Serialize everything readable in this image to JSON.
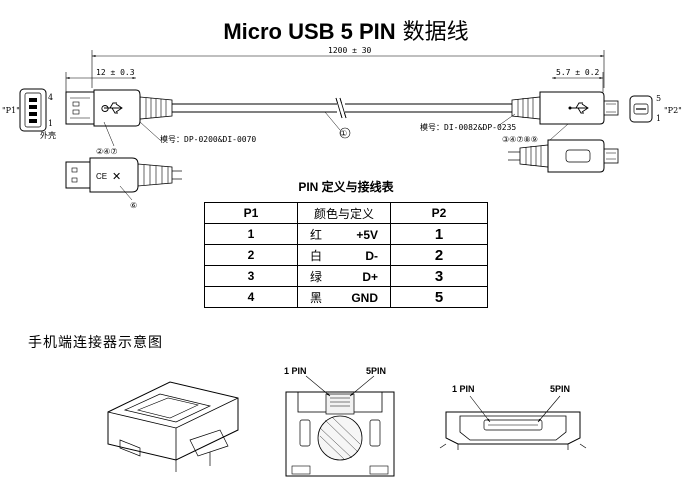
{
  "title": {
    "main": "Micro USB 5 PIN",
    "cn": " 数据线"
  },
  "dimensions": {
    "total_length": "1200 ± 30",
    "left_plug_length": "12 ± 0.3",
    "right_plug_length": "5.7 ± 0.2"
  },
  "labels": {
    "p1": "\"P1\"",
    "p2": "\"P2\"",
    "shell": "外壳",
    "left_model": "模号：DP-0200&DI-0070",
    "right_model": "模号：DI-0082&DP-0235",
    "callout_cable": "①",
    "callout_left_parts": "②④⑦",
    "callout_right_parts": "③④⑦⑧⑨",
    "callout_overmold": "⑥",
    "p1_pin4": "4",
    "p1_pin1": "1",
    "p2_pin5": "5",
    "p2_pin1": "1"
  },
  "table": {
    "title": "PIN 定义与接线表",
    "headers": [
      "P1",
      "颜色与定义",
      "P2"
    ],
    "rows": [
      {
        "p1": "1",
        "color": "红",
        "signal": "+5V",
        "p2": "1"
      },
      {
        "p1": "2",
        "color": "白",
        "signal": "D-",
        "p2": "2"
      },
      {
        "p1": "3",
        "color": "绿",
        "signal": "D+",
        "p2": "3"
      },
      {
        "p1": "4",
        "color": "黑",
        "signal": "GND",
        "p2": "5"
      }
    ]
  },
  "connector_section": {
    "heading": "手机端连接器示意图",
    "front_pin1": "1 PIN",
    "front_pin5": "5PIN",
    "end_pin1": "1 PIN",
    "end_pin5": "5PIN"
  }
}
